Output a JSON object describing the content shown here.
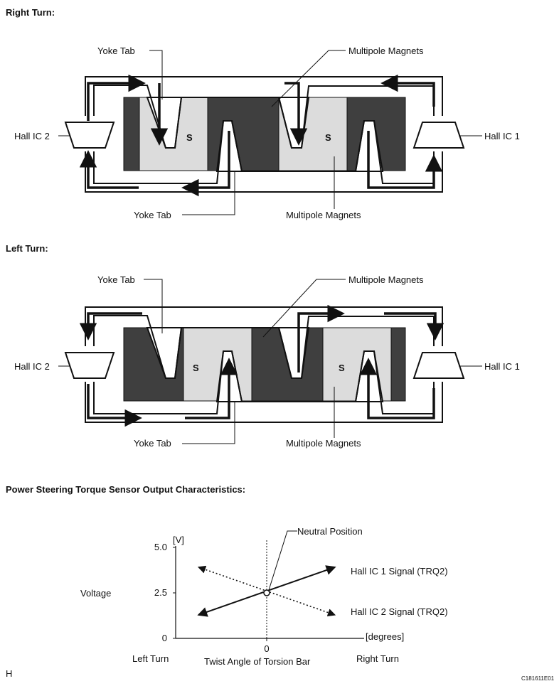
{
  "sections": {
    "right_turn": {
      "title": "Right Turn:",
      "yoke_tab_top": "Yoke Tab",
      "multipole_top": "Multipole Magnets",
      "hall_ic_2": "Hall IC 2",
      "hall_ic_1": "Hall IC 1",
      "yoke_tab_bottom": "Yoke Tab",
      "multipole_bottom": "Multipole Magnets",
      "pole_s_1": "S",
      "pole_s_2": "S"
    },
    "left_turn": {
      "title": "Left Turn:",
      "yoke_tab_top": "Yoke Tab",
      "multipole_top": "Multipole Magnets",
      "hall_ic_2": "Hall IC 2",
      "hall_ic_1": "Hall IC 1",
      "yoke_tab_bottom": "Yoke Tab",
      "multipole_bottom": "Multipole Magnets",
      "pole_s_1": "S",
      "pole_s_2": "S"
    },
    "chart": {
      "title": "Power Steering Torque Sensor Output Characteristics:",
      "y_unit": "[V]",
      "y_label": "Voltage",
      "x_unit": "[degrees]",
      "x_label": "Twist Angle of Torsion Bar",
      "left_label": "Left Turn",
      "right_label": "Right Turn",
      "neutral_label": "Neutral Position"
    }
  },
  "chart_data": {
    "type": "line",
    "title": "Power Steering Torque Sensor Output Characteristics:",
    "xlabel": "Twist Angle of Torsion Bar",
    "ylabel": "Voltage",
    "x_ticks": [
      "0"
    ],
    "y_ticks": [
      "0",
      "2.5",
      "5.0"
    ],
    "ylim": [
      0,
      5.0
    ],
    "grid": false,
    "series": [
      {
        "name": "Hall IC 1 Signal (TRQ2)",
        "style": "solid",
        "x": [
          -1,
          0,
          1
        ],
        "y": [
          1.3,
          2.5,
          3.9
        ]
      },
      {
        "name": "Hall IC 2 Signal (TRQ2)",
        "style": "dotted",
        "x": [
          -1,
          0,
          1
        ],
        "y": [
          3.9,
          2.5,
          1.3
        ]
      }
    ]
  },
  "footer": {
    "left": "H",
    "right": "C181611E01"
  },
  "colors": {
    "dark_magnet": "#3f3f3f",
    "light_magnet": "#dcdcdc",
    "ink": "#111111"
  }
}
